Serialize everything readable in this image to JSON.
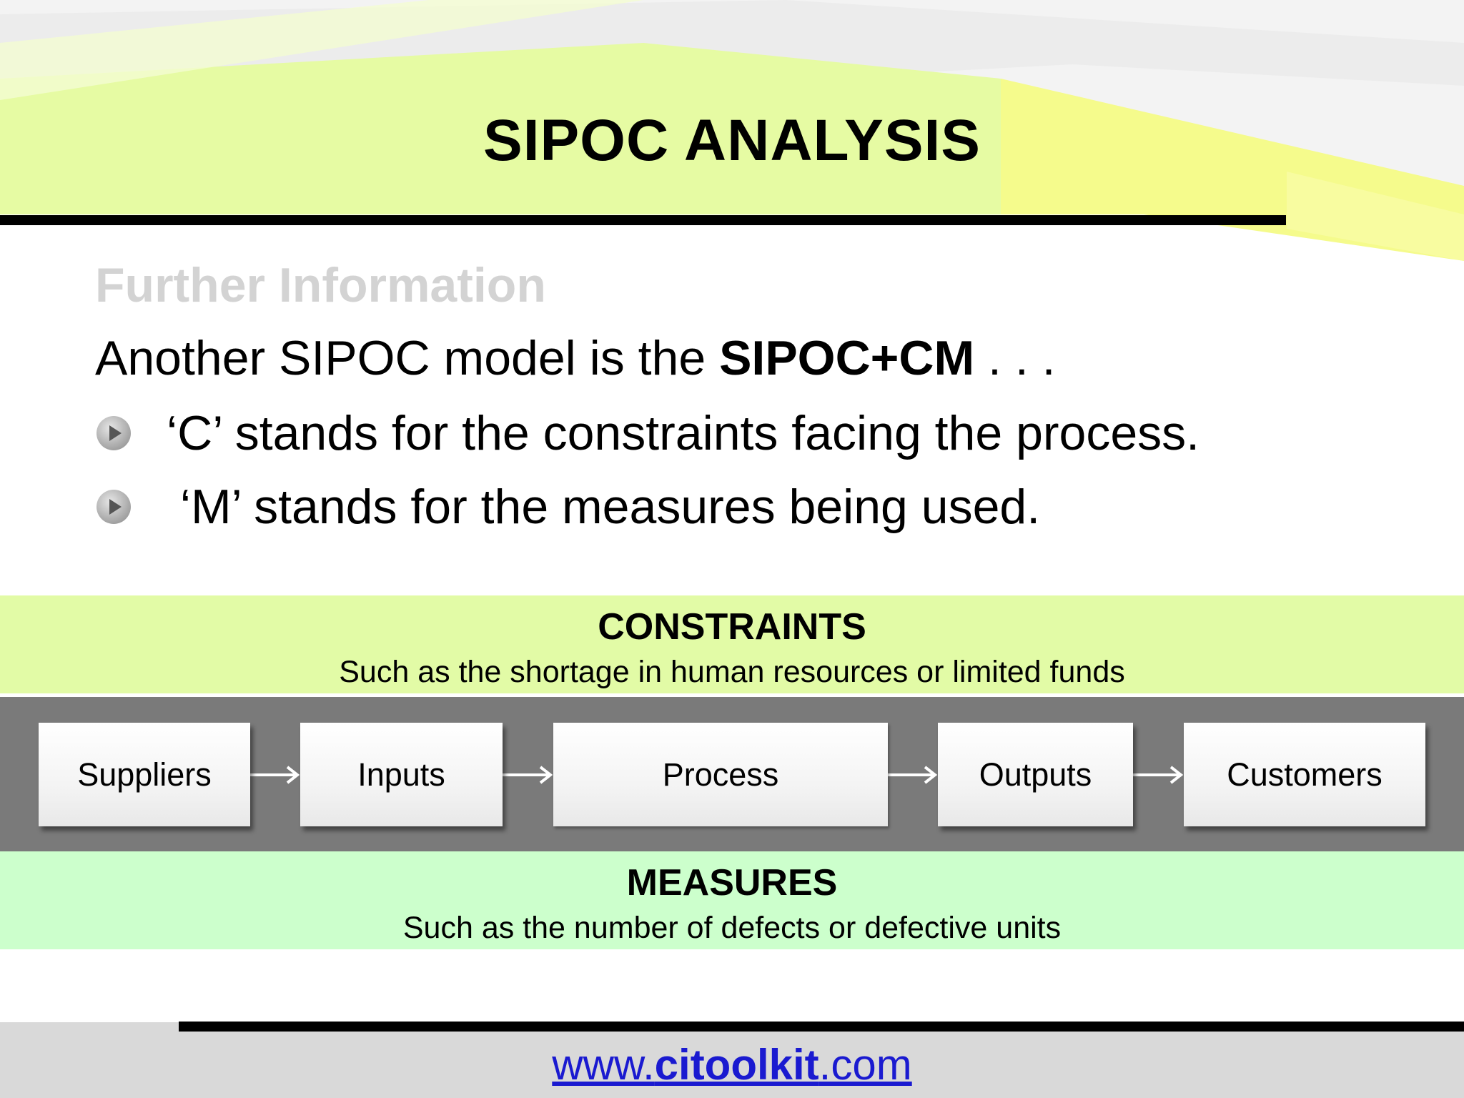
{
  "slide": {
    "title": "SIPOC ANALYSIS",
    "subheading": "Further Information",
    "intro_prefix": "Another SIPOC model is the ",
    "intro_bold": "SIPOC+CM",
    "intro_suffix": " . . .",
    "bullets": [
      "‘C’ stands for the constraints facing the process.",
      " ‘M’ stands for the measures being used."
    ]
  },
  "constraints": {
    "heading": "CONSTRAINTS",
    "text": "Such as the shortage in human resources or limited funds"
  },
  "flow": {
    "steps": [
      "Suppliers",
      "Inputs",
      "Process",
      "Outputs",
      "Customers"
    ]
  },
  "measures": {
    "heading": "MEASURES",
    "text": "Such as the number of defects or defective units"
  },
  "footer": {
    "url_prefix": "www.",
    "url_bold": "citoolkit",
    "url_suffix": ".com"
  },
  "colors": {
    "constraints_band": "#e2fba6",
    "measures_band": "#ccffcc",
    "flow_band": "#7a7a7a",
    "link": "#1a1ad0",
    "subheading": "#d3d3d3"
  }
}
